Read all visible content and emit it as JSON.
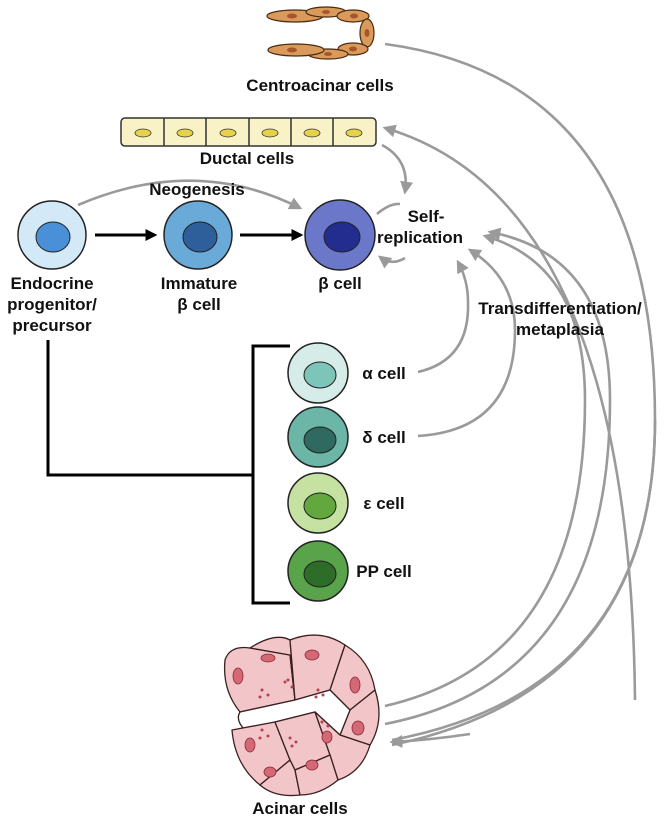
{
  "labels": {
    "centroacinar": "Centroacinar cells",
    "ductal": "Ductal cells",
    "neogenesis": "Neogenesis",
    "self_replication_1": "Self-",
    "self_replication_2": "replication",
    "endocrine_1": "Endocrine",
    "endocrine_2": "progenitor/",
    "endocrine_3": "precursor",
    "immature_1": "Immature",
    "immature_2": "β cell",
    "beta": "β cell",
    "transdiff_1": "Transdifferentiation/",
    "transdiff_2": "metaplasia",
    "alpha": "α cell",
    "delta": "δ cell",
    "epsilon": "ε cell",
    "pp": "PP cell",
    "acinar": "Acinar cells"
  },
  "colors": {
    "progenitor_outer": "#d4e9f7",
    "progenitor_inner": "#4a90d9",
    "immature_outer": "#6aaad8",
    "immature_inner": "#2f5f9a",
    "beta_outer": "#6b78c9",
    "beta_inner": "#232d8f",
    "alpha_outer": "#d6ece8",
    "alpha_inner": "#7ec5b9",
    "delta_outer": "#6bb6a6",
    "delta_inner": "#2e6a5f",
    "epsilon_outer": "#c5e2a2",
    "epsilon_inner": "#63a83c",
    "pp_outer": "#59a34a",
    "pp_inner": "#2d6d28",
    "ductal_fill": "#f8f2c6",
    "ductal_nucleus": "#e6d34a",
    "centroacinar_fill": "#d99a5c",
    "centroacinar_nucleus": "#a8552c",
    "acinar_fill": "#f2c5c9",
    "acinar_nucleus": "#d46874",
    "arrow_gray": "#9a9a9a"
  }
}
